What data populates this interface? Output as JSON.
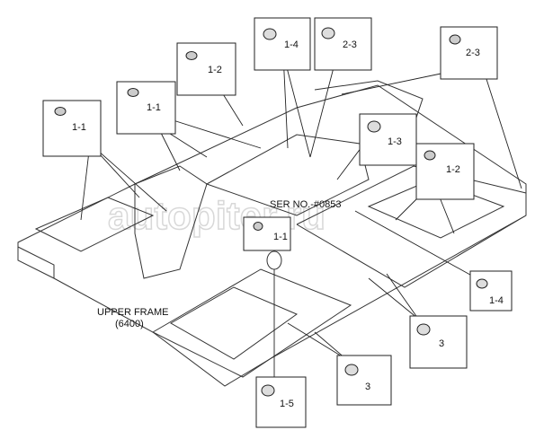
{
  "title": "UPPER FRAME",
  "subtitle": "(6400)",
  "serial_note": "SER NO.-#0853",
  "watermark": "autopiter.ru",
  "callouts": [
    {
      "id": "c1",
      "label": "1-1"
    },
    {
      "id": "c2",
      "label": "1-1"
    },
    {
      "id": "c3",
      "label": "1-2"
    },
    {
      "id": "c4",
      "label": "1-4"
    },
    {
      "id": "c5",
      "label": "2-3"
    },
    {
      "id": "c6",
      "label": "2-3"
    },
    {
      "id": "c7",
      "label": "1-3"
    },
    {
      "id": "c8",
      "label": "1-2"
    },
    {
      "id": "c9",
      "label": "1-1"
    },
    {
      "id": "c10",
      "label": "1-4"
    },
    {
      "id": "c11",
      "label": "3"
    },
    {
      "id": "c12",
      "label": "3"
    },
    {
      "id": "c13",
      "label": "1-5"
    }
  ]
}
